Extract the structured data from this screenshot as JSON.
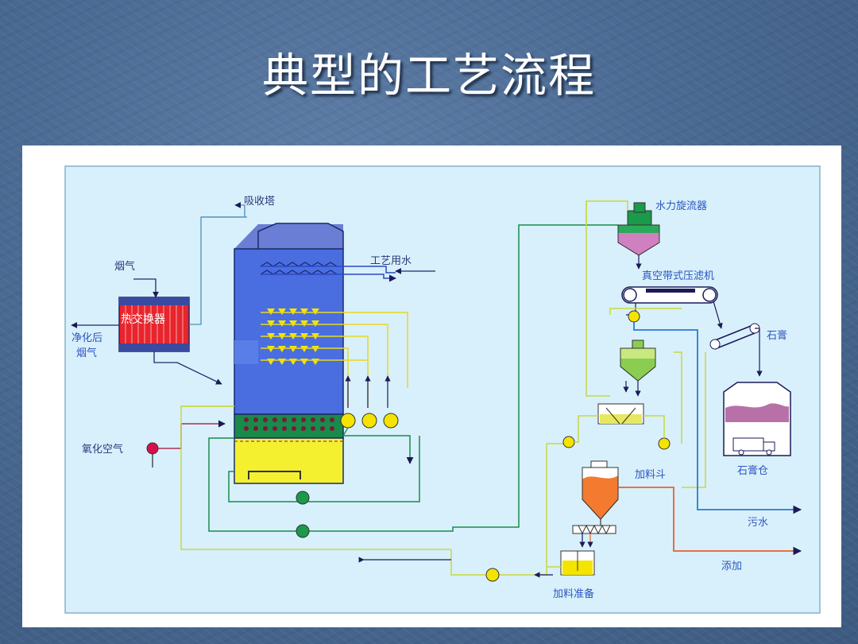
{
  "slide": {
    "title": "典型的工艺流程"
  },
  "diagram": {
    "labels": {
      "absorber": "吸收塔",
      "flue_gas": "烟气",
      "heat_exchanger": "热交换器",
      "clean_gas_1": "净化后",
      "clean_gas_2": "烟气",
      "process_water": "工艺用水",
      "oxidation_air": "氧化空气",
      "hydrocyclone": "水力旋流器",
      "belt_filter": "真空带式压滤机",
      "gypsum": "石膏",
      "gypsum_silo": "石膏仓",
      "feed_hopper": "加料斗",
      "waste_water": "污水",
      "additive": "添加",
      "feed_prep": "加料准备"
    }
  }
}
